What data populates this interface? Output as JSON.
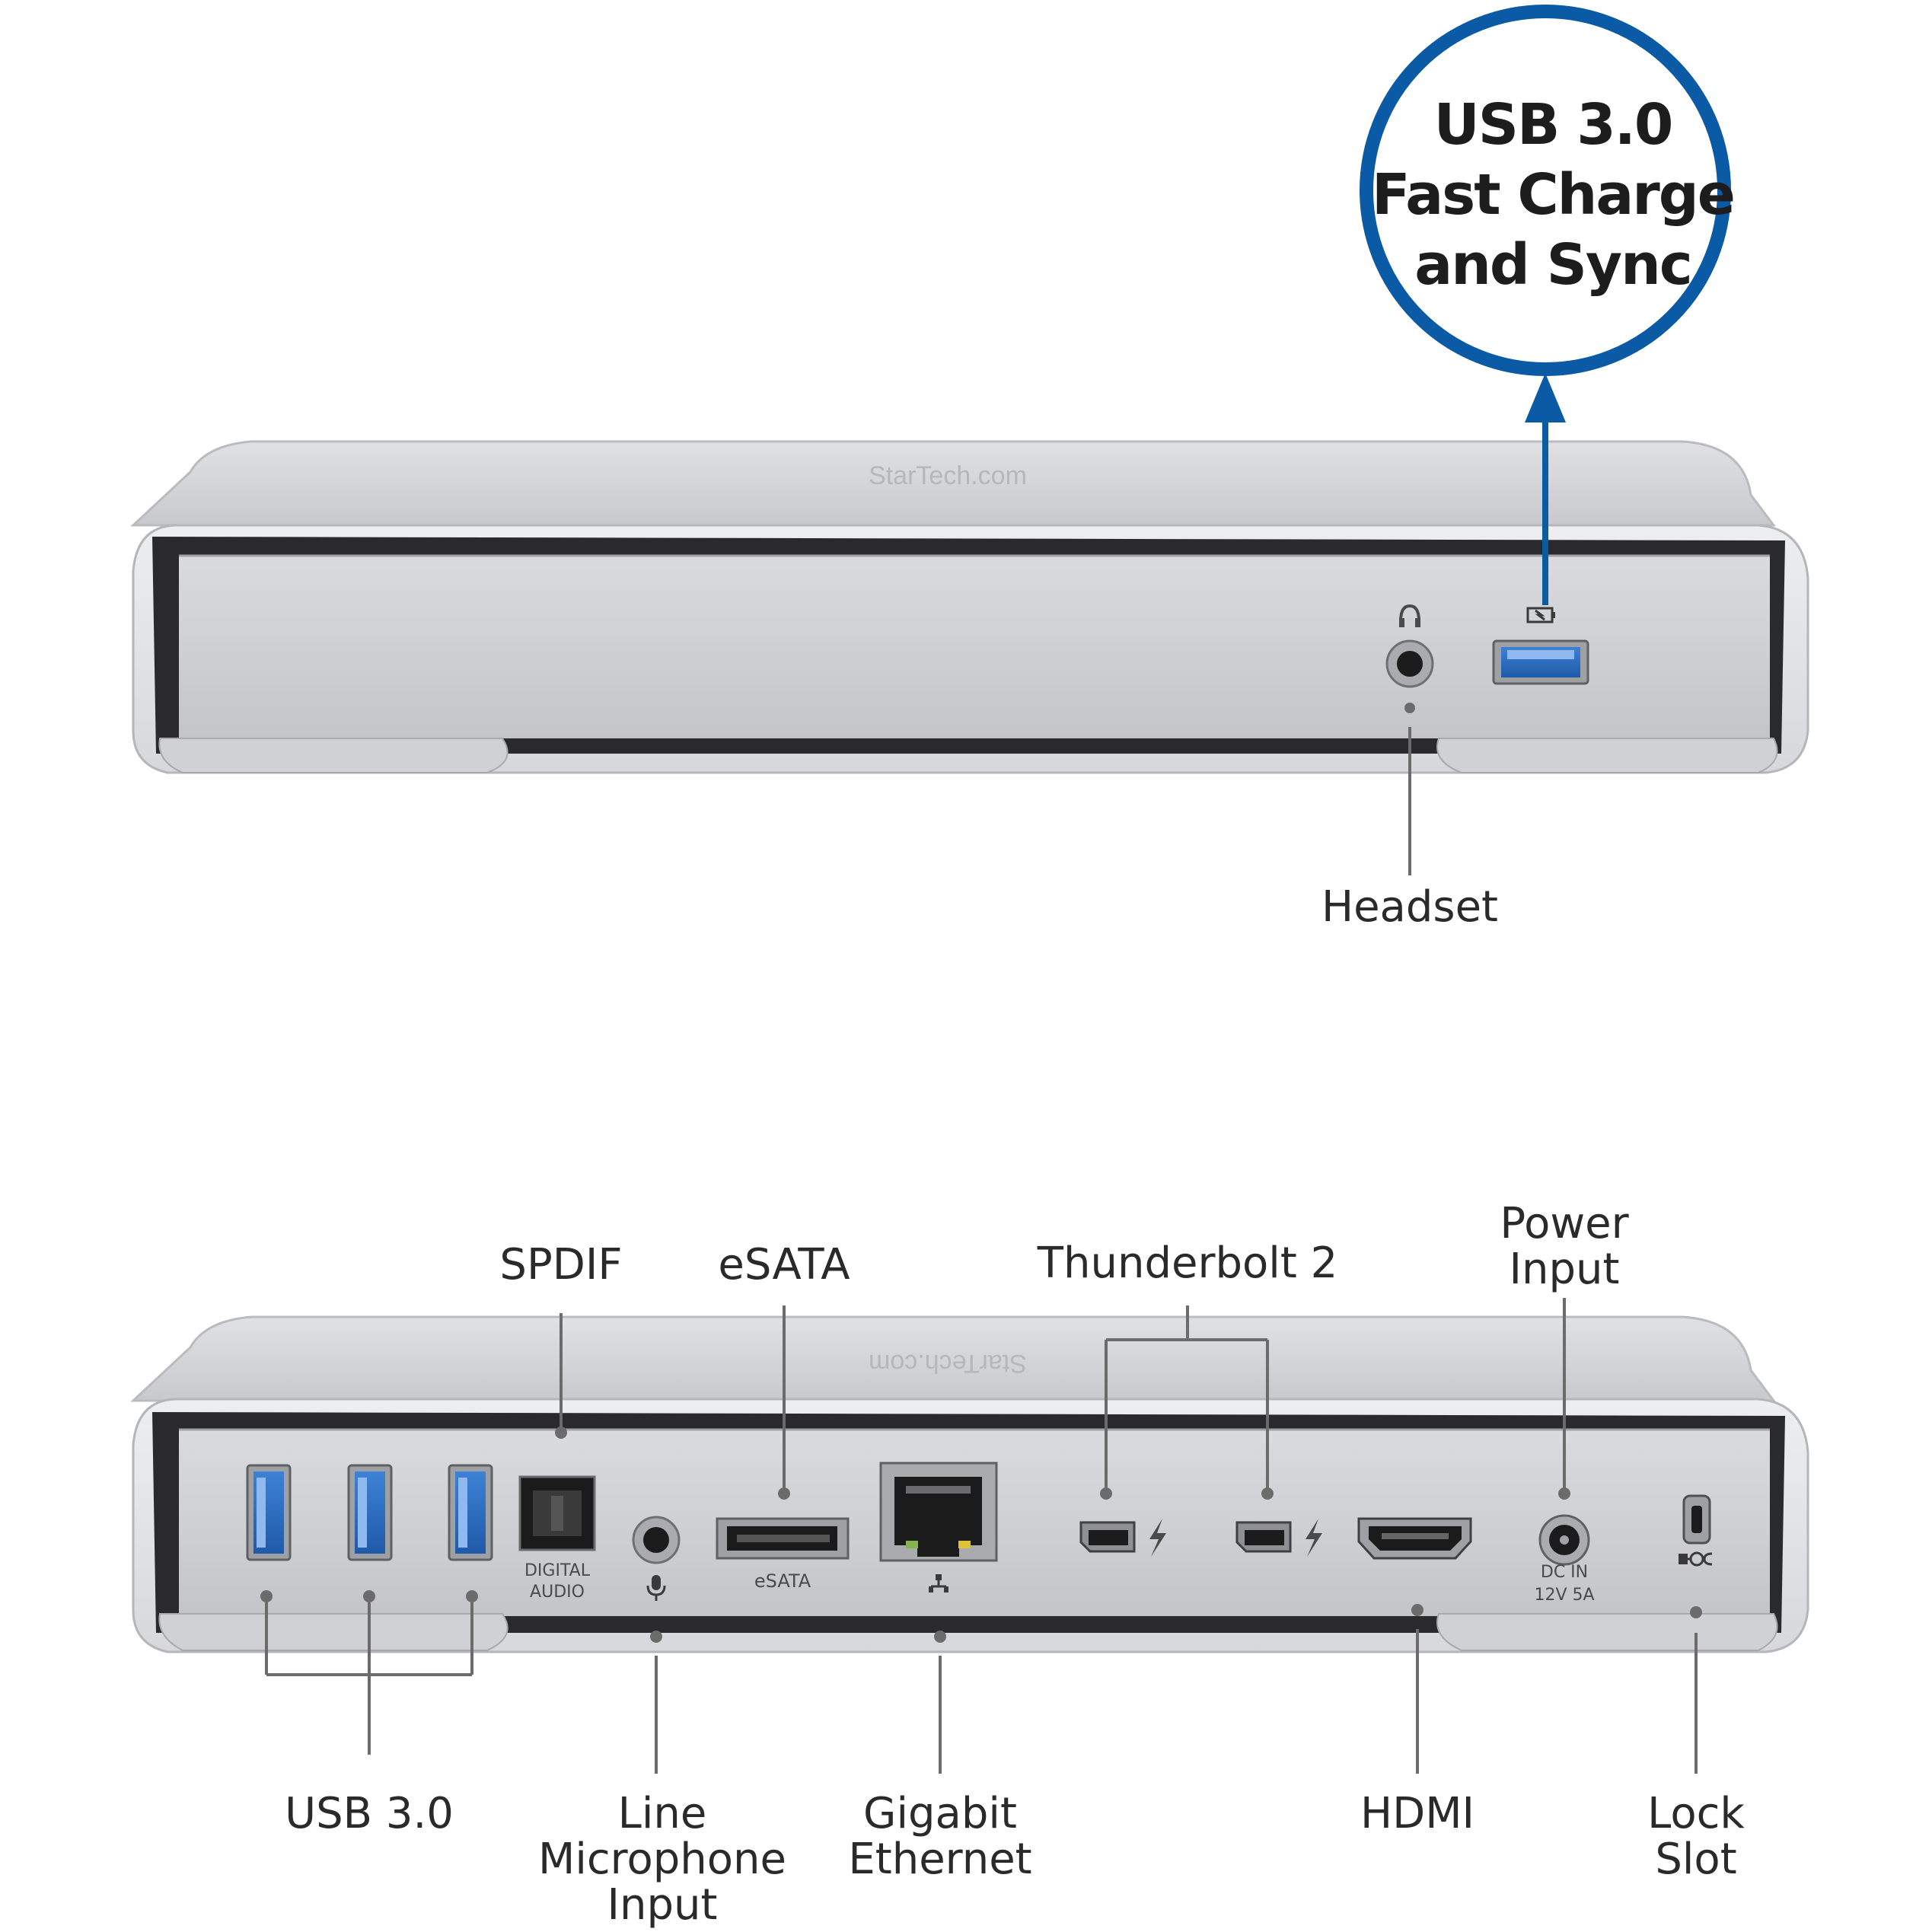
{
  "callout": {
    "text": "USB 3.0\nFast Charge\nand Sync",
    "ring_color": "#0a5aa6"
  },
  "brand": {
    "logo_text": "StarTech.com"
  },
  "front_panel": {
    "labels": {
      "headset": "Headset"
    },
    "icons": [
      "headset-icon",
      "charging-battery-icon"
    ]
  },
  "rear_panel": {
    "port_text": {
      "digital_audio": "DIGITAL\nAUDIO",
      "esata": "eSATA",
      "dc_in": "DC IN\n12V 5A"
    },
    "labels": {
      "spdif": "SPDIF",
      "esata": "eSATA",
      "thunderbolt": "Thunderbolt 2",
      "power": "Power\nInput",
      "usb": "USB 3.0",
      "line_mic": "Line\nMicrophone\nInput",
      "ethernet": "Gigabit\nEthernet",
      "hdmi": "HDMI",
      "lock": "Lock\nSlot"
    },
    "icons": [
      "microphone-icon",
      "network-icon",
      "thunderbolt-icon",
      "lock-icon"
    ]
  },
  "colors": {
    "aluminum": "#d2d4d7",
    "usb_blue": "#2f6fc0",
    "leader_line": "#6b6b6b"
  }
}
